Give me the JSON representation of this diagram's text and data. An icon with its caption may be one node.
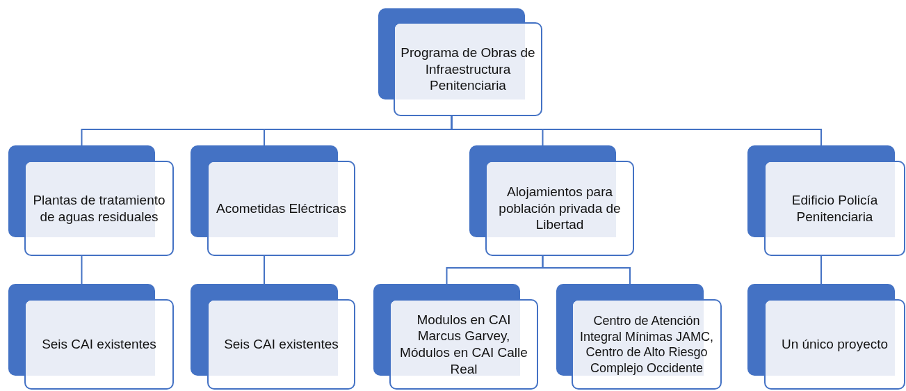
{
  "diagram": {
    "nodes": [
      {
        "text": [
          "Programa de Obras de Infraestructura Penitenciaria"
        ]
      },
      {
        "text": [
          "Plantas de tratamiento de aguas residuales"
        ]
      },
      {
        "text": [
          "Acometidas Eléctricas"
        ]
      },
      {
        "text": [
          "Alojamientos para población privada de Libertad"
        ]
      },
      {
        "text": [
          "Edificio Policía Penitenciaria"
        ]
      },
      {
        "text": [
          "Seis CAI existentes"
        ]
      },
      {
        "text": [
          "Seis CAI existentes"
        ]
      },
      {
        "text": [
          "Modulos en CAI Marcus Garvey, Módulos en CAI Calle Real"
        ]
      },
      {
        "text": [
          "Centro de Atención Integral Mínimas JAMC, Centro de Alto Riesgo Complejo Occidente"
        ]
      },
      {
        "text": [
          "Un único proyecto"
        ]
      }
    ],
    "edges": [
      {
        "from": 0,
        "to": 1,
        "arrow": "none"
      },
      {
        "from": 0,
        "to": 2,
        "arrow": "none"
      },
      {
        "from": 0,
        "to": 3,
        "arrow": "none"
      },
      {
        "from": 0,
        "to": 4,
        "arrow": "none"
      },
      {
        "from": 1,
        "to": 5,
        "arrow": "none"
      },
      {
        "from": 2,
        "to": 6,
        "arrow": "none"
      },
      {
        "from": 3,
        "to": 7,
        "arrow": "none"
      },
      {
        "from": 3,
        "to": 8,
        "arrow": "none"
      },
      {
        "from": 4,
        "to": 9,
        "arrow": "none"
      }
    ]
  }
}
